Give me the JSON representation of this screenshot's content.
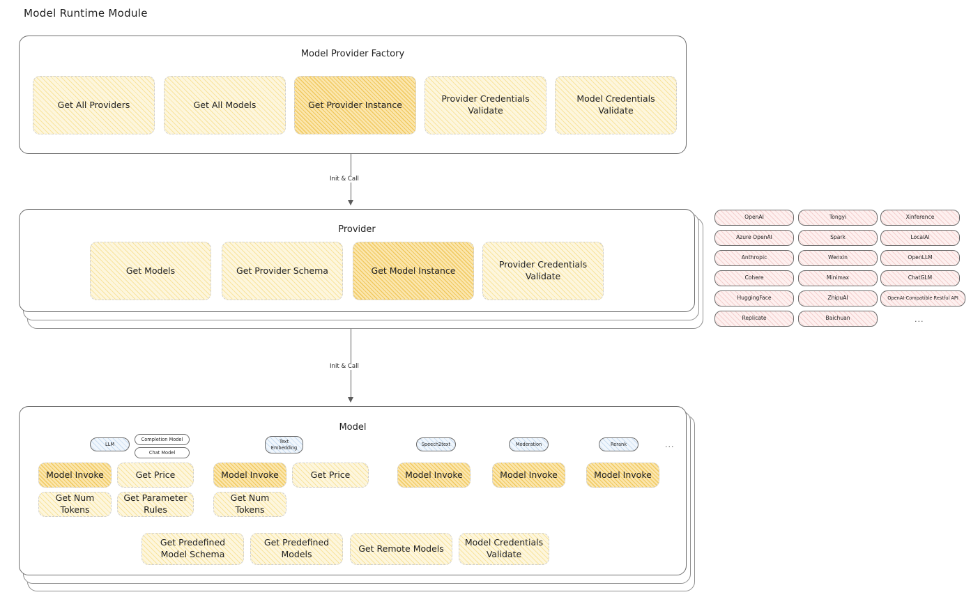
{
  "title": "Model Runtime Module",
  "colors": {
    "accent_yellow": "#fdf6dd",
    "accent_yellow_strong": "#fbe6ad",
    "accent_pink": "#fdf0ef",
    "accent_blue": "#f0f6fc",
    "stroke": "#6b6b6b",
    "text": "#1e1e1e"
  },
  "factory": {
    "title": "Model Provider Factory",
    "methods": [
      {
        "label": "Get All Providers",
        "highlight": false
      },
      {
        "label": "Get All Models",
        "highlight": false
      },
      {
        "label": "Get Provider Instance",
        "highlight": true
      },
      {
        "label": "Provider Credentials Validate",
        "highlight": false
      },
      {
        "label": "Model Credentials Validate",
        "highlight": false
      }
    ]
  },
  "connectors": [
    {
      "label": "Init & Call"
    },
    {
      "label": "Init & Call"
    }
  ],
  "provider": {
    "title": "Provider",
    "methods": [
      {
        "label": "Get Models",
        "highlight": false
      },
      {
        "label": "Get Provider Schema",
        "highlight": false
      },
      {
        "label": "Get Model Instance",
        "highlight": true
      },
      {
        "label": "Provider Credentials Validate",
        "highlight": false
      }
    ]
  },
  "provider_list": {
    "columns": [
      [
        "OpenAI",
        "Azure OpenAI",
        "Anthropic",
        "Cohere",
        "HuggingFace",
        "Replicate"
      ],
      [
        "Tongyi",
        "Spark",
        "Wenxin",
        "Minimax",
        "ZhipuAI",
        "Baichuan"
      ],
      [
        "Xinference",
        "LocalAI",
        "OpenLLM",
        "ChatGLM",
        "OpenAI-Compatible Restful API"
      ]
    ],
    "more": "..."
  },
  "model": {
    "title": "Model",
    "more": "...",
    "types": [
      {
        "name": "LLM",
        "subtypes": [
          "Completion Model",
          "Chat Model"
        ],
        "methods": [
          {
            "label": "Model Invoke",
            "highlight": true
          },
          {
            "label": "Get Price",
            "highlight": false
          },
          {
            "label": "Get Num Tokens",
            "highlight": false
          },
          {
            "label": "Get Parameter Rules",
            "highlight": false
          }
        ]
      },
      {
        "name": "Text Embedding",
        "subtypes": [],
        "methods": [
          {
            "label": "Model Invoke",
            "highlight": true
          },
          {
            "label": "Get Price",
            "highlight": false
          },
          {
            "label": "Get Num Tokens",
            "highlight": false
          }
        ]
      },
      {
        "name": "Speech2text",
        "subtypes": [],
        "methods": [
          {
            "label": "Model Invoke",
            "highlight": true
          }
        ]
      },
      {
        "name": "Moderation",
        "subtypes": [],
        "methods": [
          {
            "label": "Model Invoke",
            "highlight": true
          }
        ]
      },
      {
        "name": "Rerank",
        "subtypes": [],
        "methods": [
          {
            "label": "Model Invoke",
            "highlight": true
          }
        ]
      }
    ],
    "common_methods": [
      {
        "label": "Get Predefined Model Schema"
      },
      {
        "label": "Get Predefined Models"
      },
      {
        "label": "Get Remote Models"
      },
      {
        "label": "Model Credentials Validate"
      }
    ]
  }
}
